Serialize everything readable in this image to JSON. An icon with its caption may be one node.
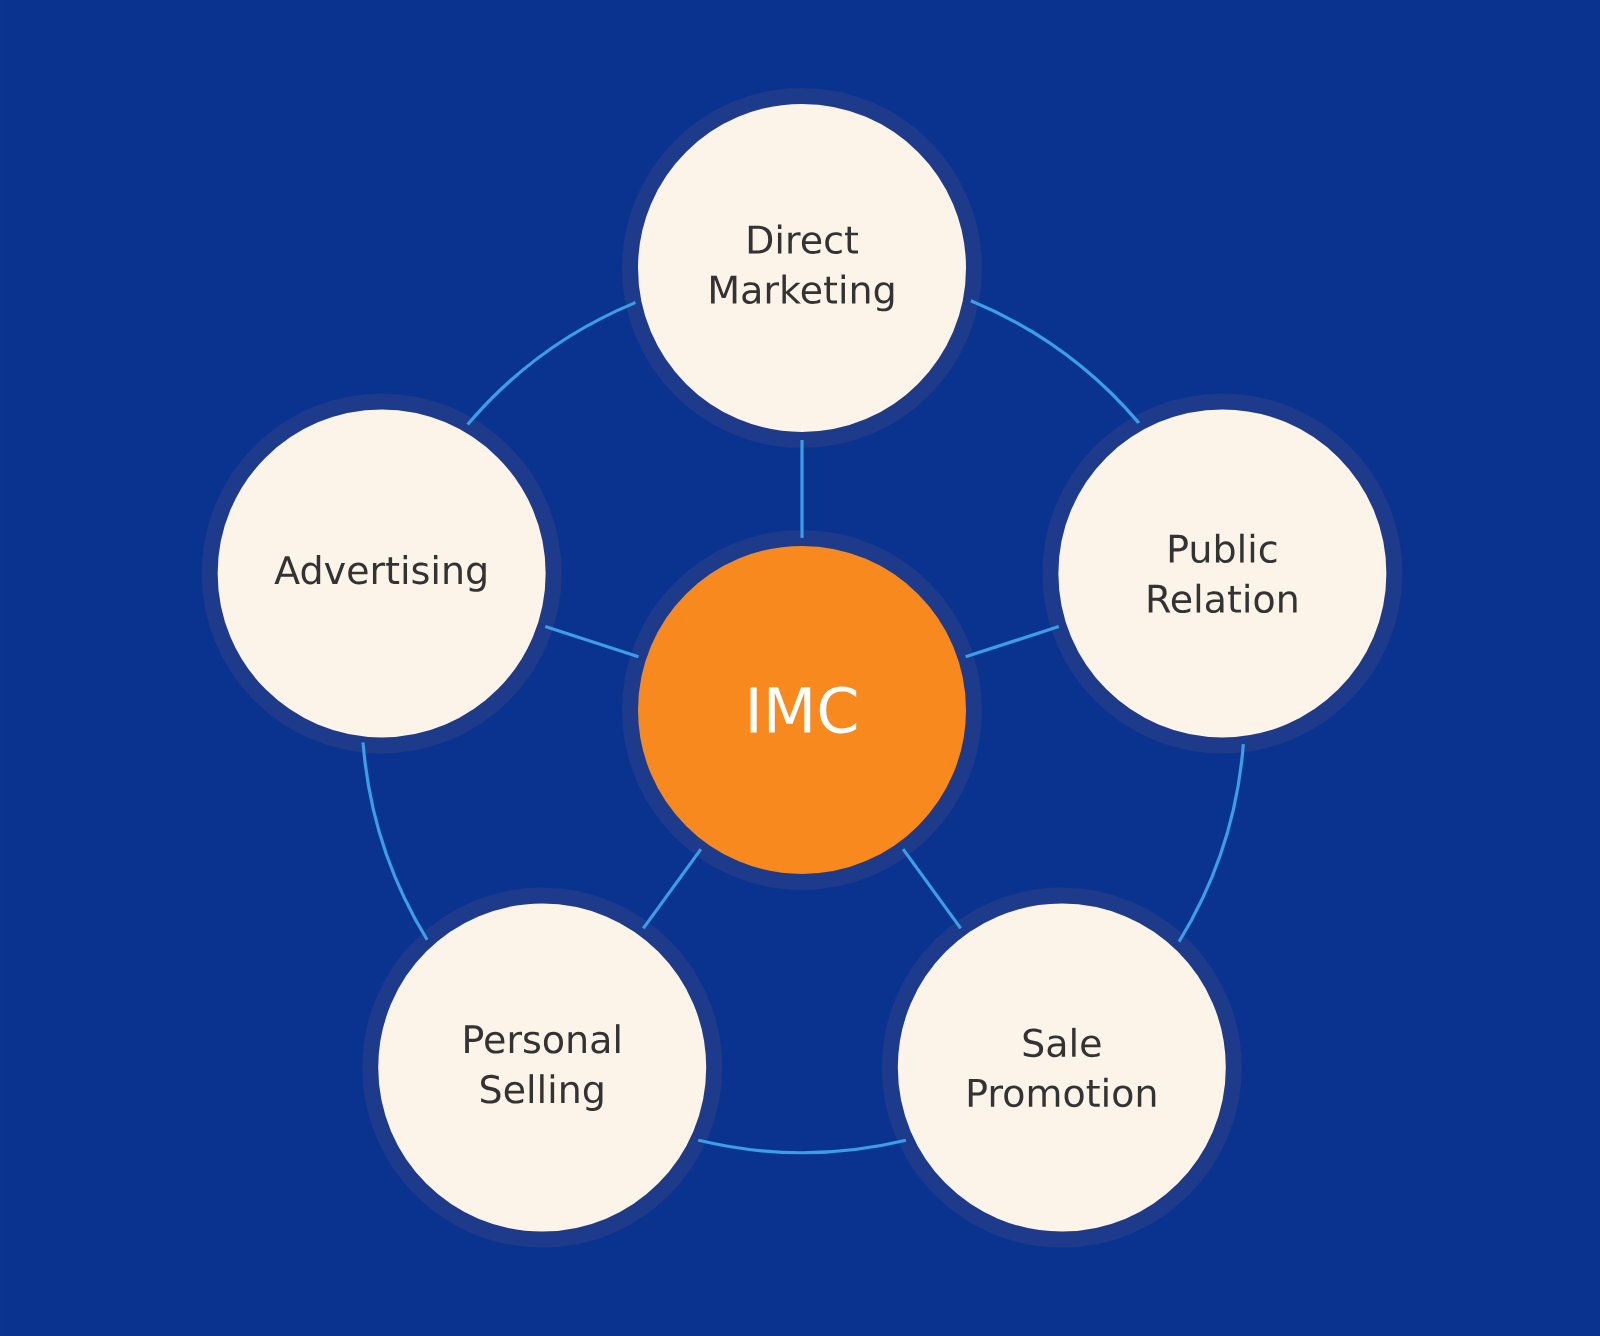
{
  "diagram": {
    "nodes": [
      {
        "text": [
          "IMC"
        ]
      },
      {
        "text": [
          "Direct Marketing"
        ]
      },
      {
        "text": [
          "Public Relation"
        ]
      },
      {
        "text": [
          "Sale Promotion"
        ]
      },
      {
        "text": [
          "Personal Selling"
        ]
      },
      {
        "text": [
          "Advertising"
        ]
      }
    ],
    "edges": [
      {
        "from": 0,
        "to": 1,
        "arrow": "none"
      },
      {
        "from": 0,
        "to": 2,
        "arrow": "none"
      },
      {
        "from": 0,
        "to": 3,
        "arrow": "none"
      },
      {
        "from": 0,
        "to": 4,
        "arrow": "none"
      },
      {
        "from": 0,
        "to": 5,
        "arrow": "none"
      },
      {
        "from": 1,
        "to": 2,
        "arrow": "none"
      },
      {
        "from": 2,
        "to": 3,
        "arrow": "none"
      },
      {
        "from": 3,
        "to": 4,
        "arrow": "none"
      },
      {
        "from": 4,
        "to": 5,
        "arrow": "none"
      },
      {
        "from": 5,
        "to": 1,
        "arrow": "none"
      }
    ]
  }
}
